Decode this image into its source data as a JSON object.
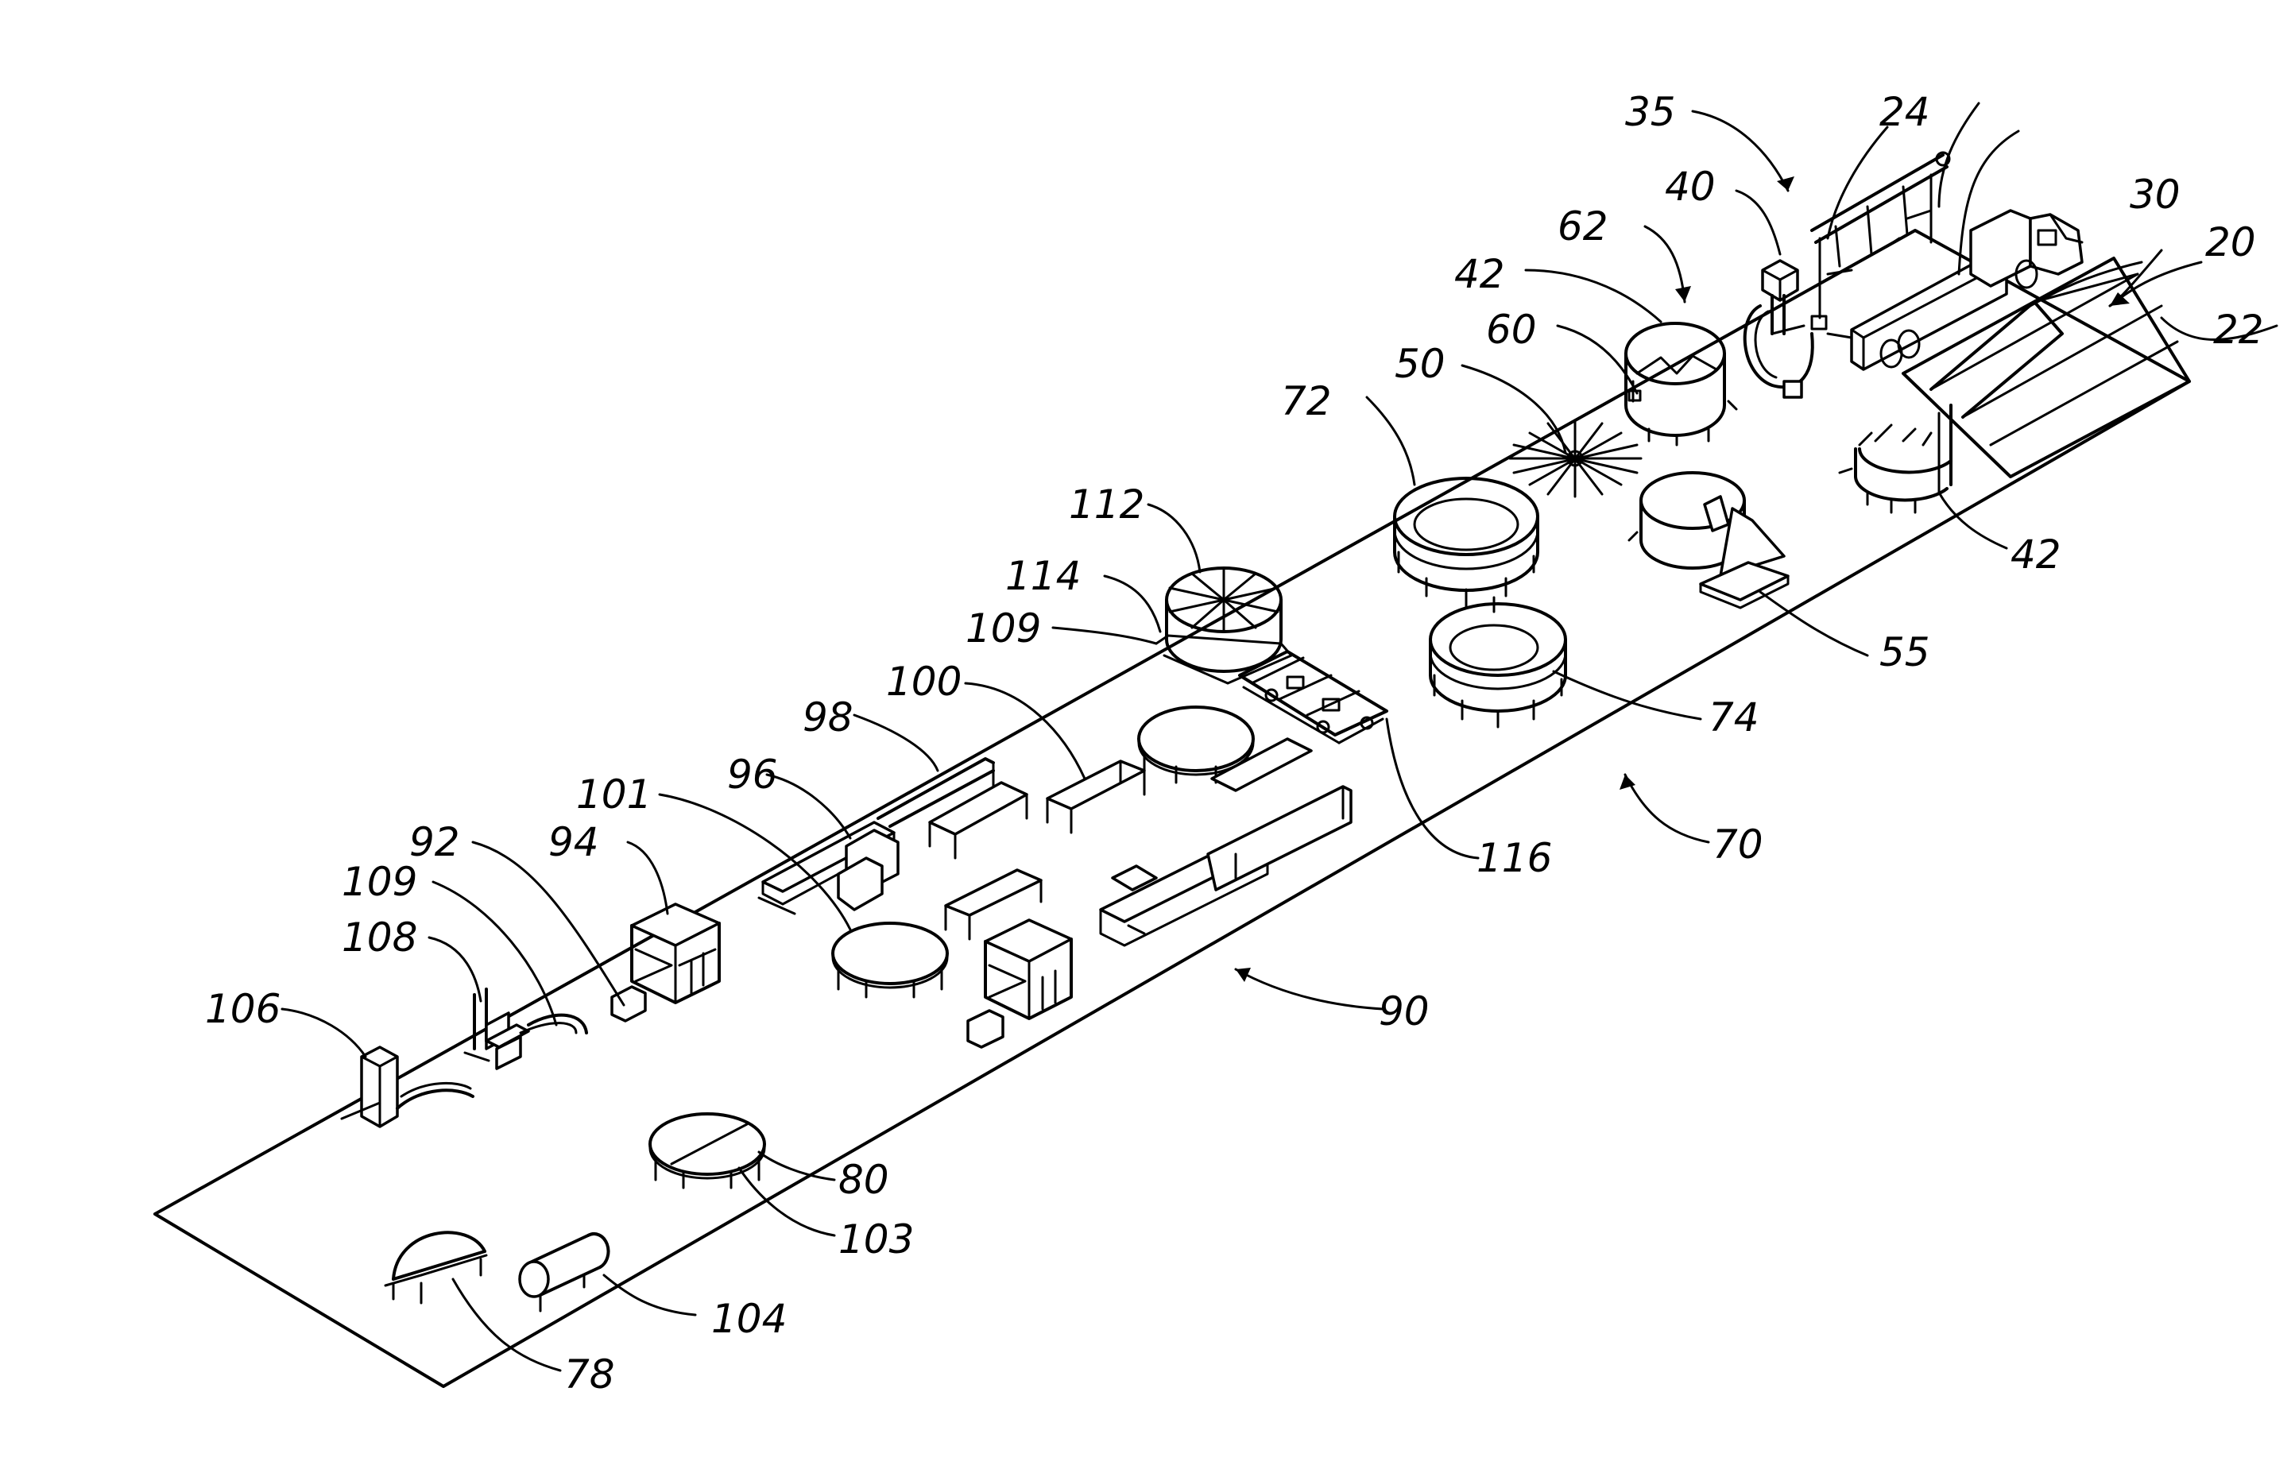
{
  "colors": {
    "line": "#000000",
    "background": "#ffffff"
  },
  "labels": {
    "l20": "20",
    "l22": "22",
    "l24": "24",
    "l30": "30",
    "l35": "35",
    "l40": "40",
    "l42a": "42",
    "l42b": "42",
    "l50": "50",
    "l55": "55",
    "l60": "60",
    "l62": "62",
    "l70": "70",
    "l72": "72",
    "l74": "74",
    "l78": "78",
    "l80": "80",
    "l90": "90",
    "l92": "92",
    "l94": "94",
    "l96": "96",
    "l98": "98",
    "l100": "100",
    "l101": "101",
    "l103": "103",
    "l104": "104",
    "l106": "106",
    "l108": "108",
    "l109a": "109",
    "l109b": "109",
    "l112": "112",
    "l114": "114",
    "l116": "116"
  }
}
